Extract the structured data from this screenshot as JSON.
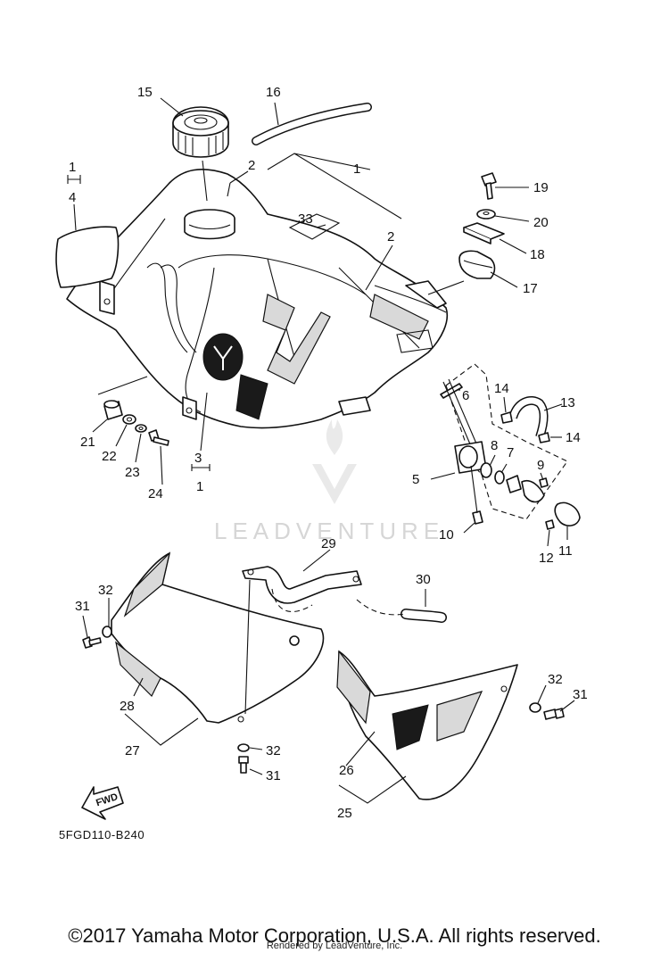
{
  "diagram_code": "5FGD110-B240",
  "copyright": "©2017 Yamaha Motor Corporation, U.S.A. All rights reserved.",
  "rendered_by": "Rendered by LeadVenture, Inc.",
  "watermark": "LEADVENTURE",
  "fwd_badge": "FWD",
  "callouts": {
    "c1a": "1",
    "c1b": "1",
    "c1c": "1",
    "c2a": "2",
    "c2b": "2",
    "c3": "3",
    "c4": "4",
    "c5": "5",
    "c6": "6",
    "c7": "7",
    "c8": "8",
    "c9": "9",
    "c10": "10",
    "c11": "11",
    "c12": "12",
    "c13": "13",
    "c14a": "14",
    "c14b": "14",
    "c15": "15",
    "c16": "16",
    "c17": "17",
    "c18": "18",
    "c19": "19",
    "c20": "20",
    "c21": "21",
    "c22": "22",
    "c23": "23",
    "c24": "24",
    "c25": "25",
    "c26": "26",
    "c27": "27",
    "c28": "28",
    "c29": "29",
    "c30": "30",
    "c31a": "31",
    "c31b": "31",
    "c31c": "31",
    "c32a": "32",
    "c32b": "32",
    "c32c": "32",
    "c33": "33"
  }
}
